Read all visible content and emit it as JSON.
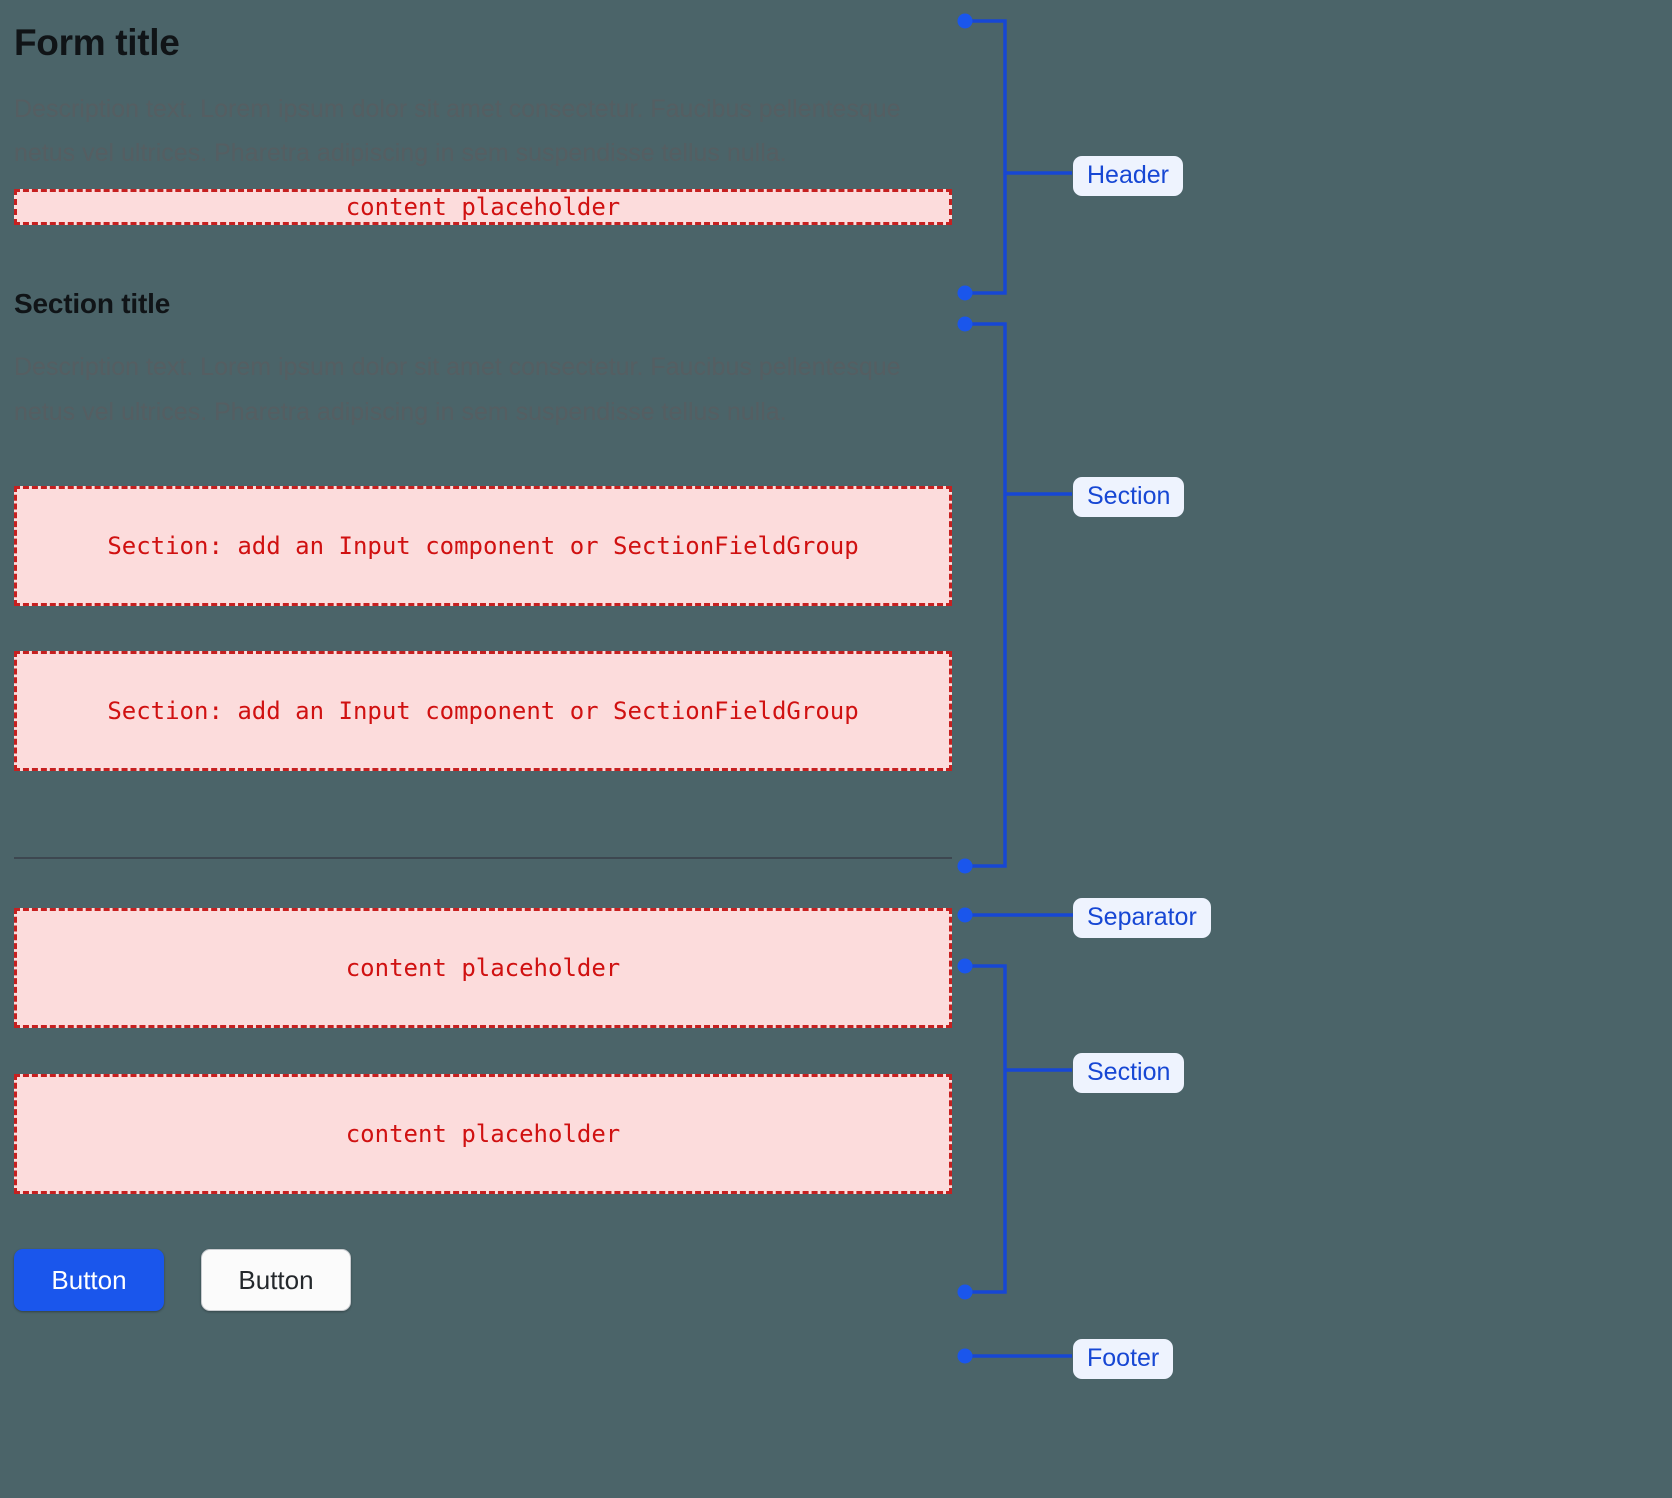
{
  "page": {
    "background_color": "#4b6469",
    "accent_blue": "#1747d4",
    "placeholder_red": "#d01111",
    "placeholder_fill": "#fcdcdc"
  },
  "form": {
    "header": {
      "title": "Form title",
      "description": "Description text. Lorem ipsum dolor sit amet consectetur. Faucibus pellentesque netus vel ultrices. Pharetra adipiscing in sem suspendisse tellus nulla.",
      "placeholder": "content placeholder"
    },
    "section_one": {
      "title": "Section title",
      "description": "Description text. Lorem ipsum dolor sit amet consectetur. Faucibus pellentesque netus vel ultrices. Pharetra adipiscing in sem suspendisse tellus nulla.",
      "placeholders": [
        "Section: add an Input component or SectionFieldGroup",
        "Section: add an Input component or SectionFieldGroup"
      ]
    },
    "section_two": {
      "placeholders": [
        "content placeholder",
        "content placeholder"
      ]
    },
    "footer": {
      "primary_button": "Button",
      "secondary_button": "Button"
    }
  },
  "annotations": [
    {
      "id": "header",
      "label": "Header"
    },
    {
      "id": "section1",
      "label": "Section"
    },
    {
      "id": "separator",
      "label": "Separator"
    },
    {
      "id": "section2",
      "label": "Section"
    },
    {
      "id": "footer",
      "label": "Footer"
    }
  ]
}
